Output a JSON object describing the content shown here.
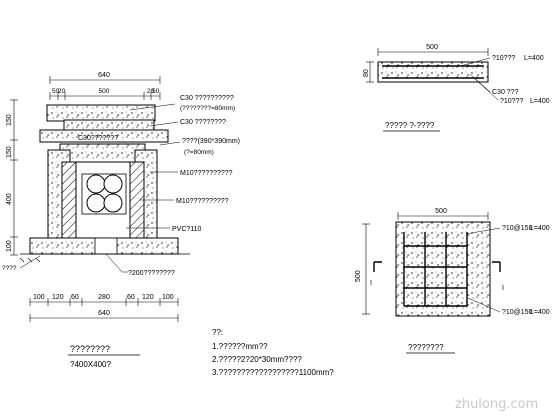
{
  "pit_section": {
    "top_width": "640",
    "top_parts": [
      "50",
      "20",
      "500",
      "20",
      "50"
    ],
    "height_parts": [
      "150",
      "150",
      "400",
      "100"
    ],
    "bottom_parts": [
      "100",
      "120",
      "60",
      "280",
      "60",
      "120",
      "100"
    ],
    "bottom_width": "640",
    "labels": {
      "cover_plate": "C30 ??????????",
      "cover_plate_sub": "(????????=80mm)",
      "slab": "C30 ????????",
      "inner_cover": "C30???????",
      "frame_size": "????(390*390mm)",
      "frame_sub": "(?=80mm)",
      "wall": "M10??????????",
      "plaster": "M10??????????",
      "pvc": "PVC?110",
      "drain_hole": "?200????????",
      "left_note": "????"
    },
    "title": "????????",
    "subtitle": "?400X400?"
  },
  "section_22": {
    "width": "500",
    "height": "80",
    "label_top": "?10???",
    "label_top_len": "L=400",
    "label_c30": "C30 ???",
    "label_bot": "?10???",
    "label_bot_len": "L=400",
    "title": "?????  ?-????"
  },
  "plan": {
    "width": "500",
    "height": "500",
    "bar1": "?10@150",
    "bar1_len": "L=400",
    "bar2": "?10@150",
    "bar2_len": "L=400",
    "mark": "I",
    "title": "????????"
  },
  "notes": {
    "heading": "??:",
    "lines": [
      "1.??????mm??",
      "2.?????2?20*30mm????",
      "3.??????????????????1100mm?"
    ]
  },
  "watermark": "zhulong.com"
}
